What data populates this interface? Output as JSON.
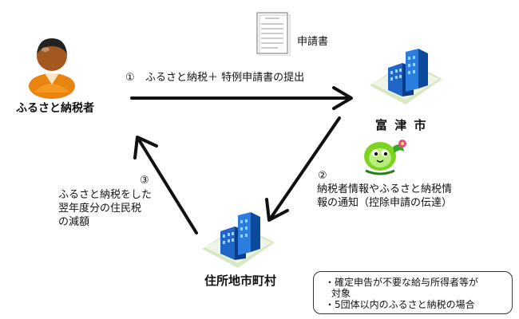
{
  "nodes": {
    "taxpayer": {
      "label": "ふるさと納税者"
    },
    "futtsu": {
      "label": "富 津 市"
    },
    "residence": {
      "label": "住所地市町村"
    }
  },
  "document": {
    "label": "申請書"
  },
  "steps": {
    "step1": {
      "num": "①",
      "text": "ふるさと納税＋ 特例申請書の提出"
    },
    "step2": {
      "num": "②",
      "lines": [
        "納税者情報やふるさと納税情",
        "報の通知（控除申請の伝達）"
      ]
    },
    "step3": {
      "num": "③",
      "lines": [
        "ふるさと納税をした",
        "翌年度分の住民税",
        "の減額"
      ]
    }
  },
  "note": {
    "lines": [
      "・確定申告が不要な給与所得者等が",
      "対象",
      "・5団体以内のふるさと納税の場合"
    ]
  }
}
